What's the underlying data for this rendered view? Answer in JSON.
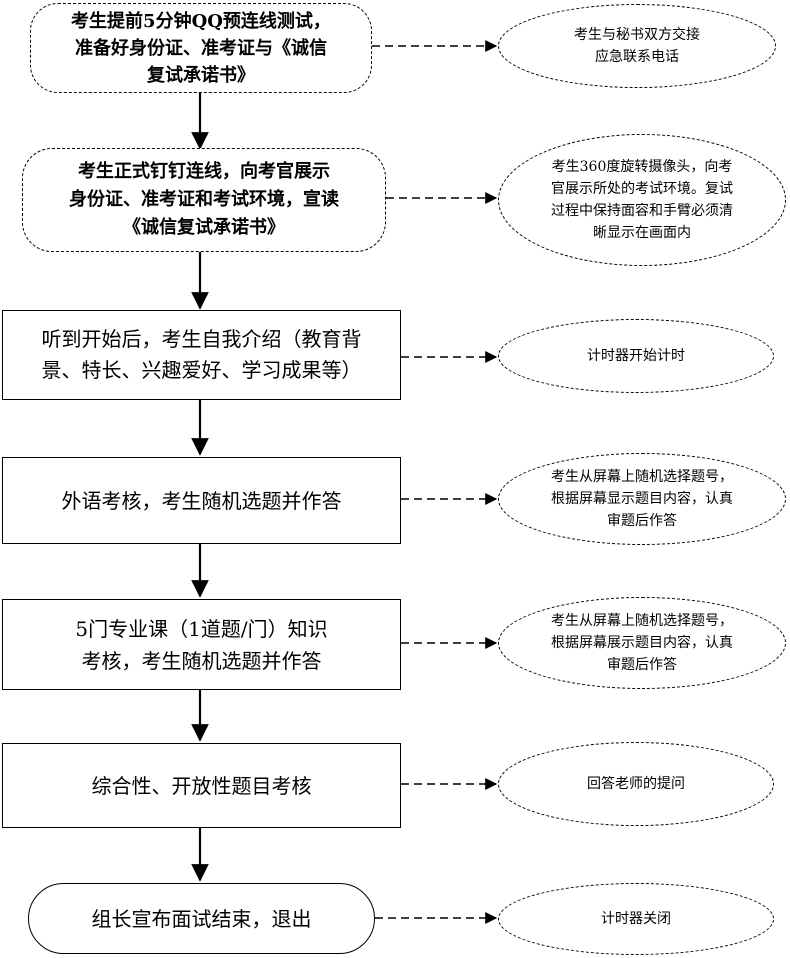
{
  "steps": [
    {
      "text": "考生提前5分钟QQ预连线测试，\n准备好身份证、准考证与《诚信\n复试承诺书》"
    },
    {
      "text": "考生正式钉钉连线，向考官展示\n身份证、准考证和考试环境，宣读\n《诚信复试承诺书》"
    },
    {
      "text": "听到开始后，考生自我介绍（教育背\n景、特长、兴趣爱好、学习成果等）"
    },
    {
      "text": "外语考核，考生随机选题并作答"
    },
    {
      "text": "5门专业课（1道题/门）知识\n考核，考生随机选题并作答"
    },
    {
      "text": "综合性、开放性题目考核"
    },
    {
      "text": "组长宣布面试结束，退出"
    }
  ],
  "notes": [
    {
      "text": "考生与秘书双方交接\n应急联系电话"
    },
    {
      "text": "考生360度旋转摄像头，向考\n官展示所处的考试环境。复试\n过程中保持面容和手臂必须清\n晰显示在画面内"
    },
    {
      "text": "计时器开始计时"
    },
    {
      "text": "考生从屏幕上随机选择题号，\n根据屏幕显示题目内容，认真\n审题后作答"
    },
    {
      "text": "考生从屏幕上随机选择题号，\n根据屏幕展示题目内容，认真\n审题后作答"
    },
    {
      "text": "回答老师的提问"
    },
    {
      "text": "计时器关闭"
    }
  ]
}
